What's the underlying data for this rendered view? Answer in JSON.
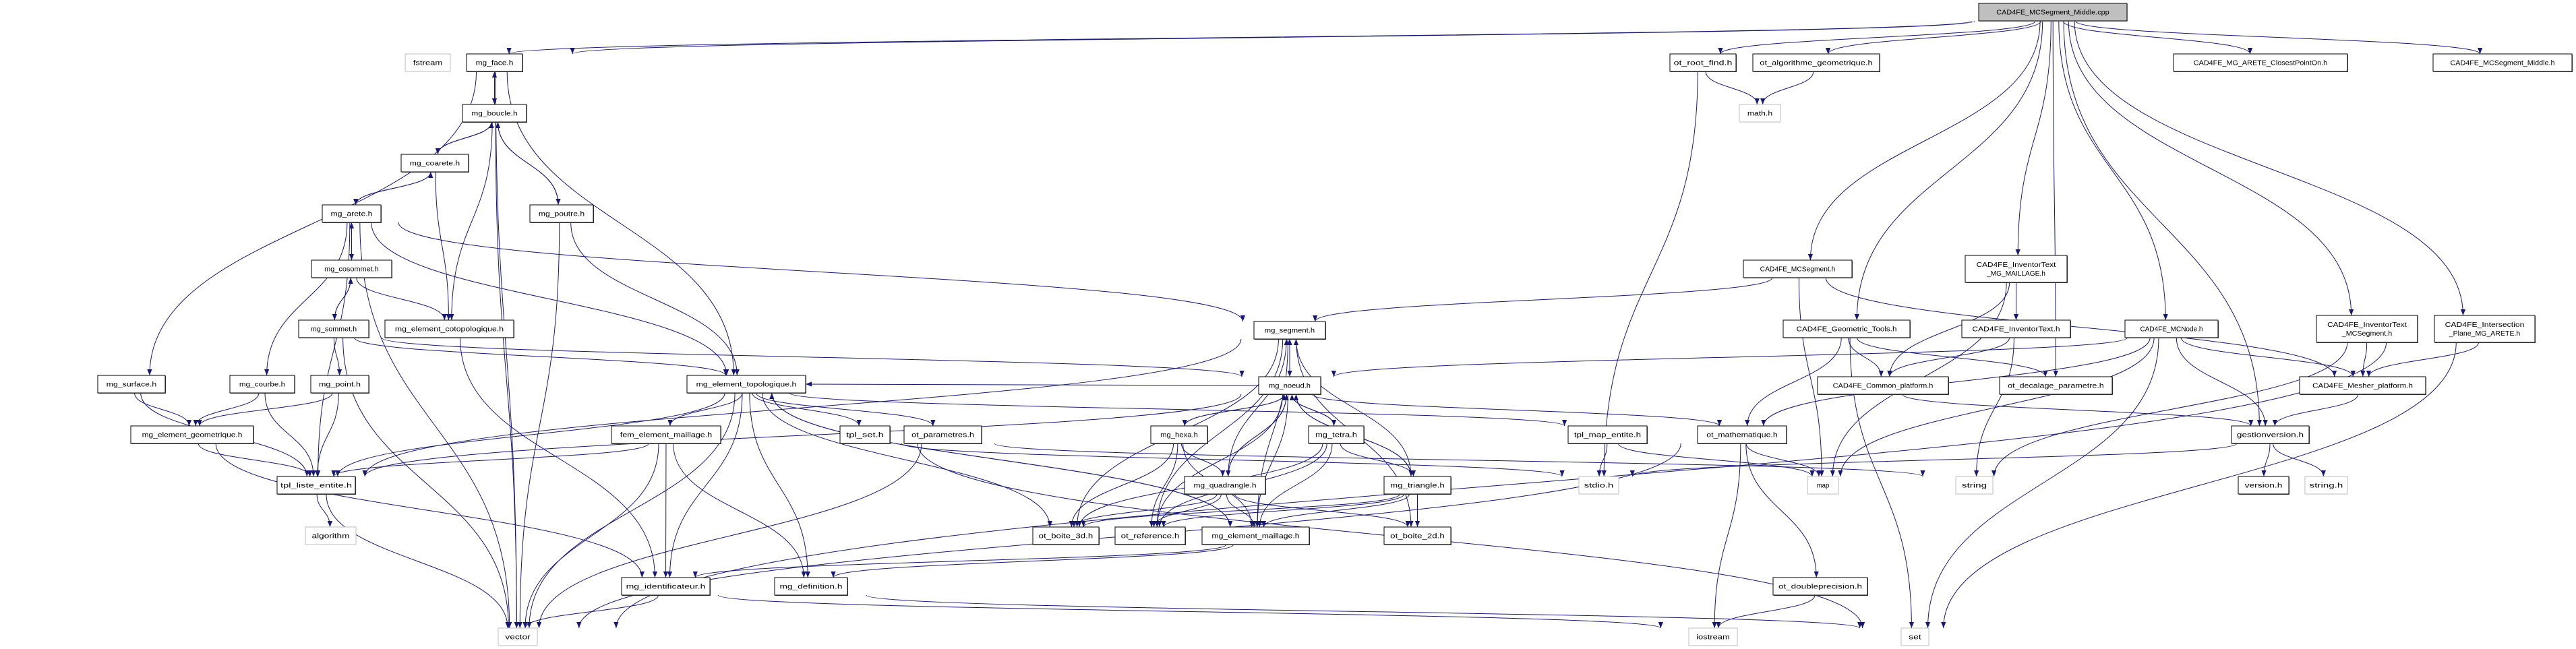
{
  "colors": {
    "edge": "#191970",
    "root_fill": "#bfbfbf",
    "external_border": "#bfbfbf"
  },
  "nodes": [
    {
      "id": "root",
      "lines": [
        "CAD4FE_MCSegment_Middle.cpp"
      ],
      "kind": "root"
    },
    {
      "id": "fstream",
      "lines": [
        "fstream"
      ],
      "kind": "external"
    },
    {
      "id": "mg_face",
      "lines": [
        "mg_face.h"
      ],
      "kind": "internal"
    },
    {
      "id": "mg_boucle",
      "lines": [
        "mg_boucle.h"
      ],
      "kind": "internal"
    },
    {
      "id": "mg_coarete",
      "lines": [
        "mg_coarete.h"
      ],
      "kind": "internal"
    },
    {
      "id": "mg_arete",
      "lines": [
        "mg_arete.h"
      ],
      "kind": "internal"
    },
    {
      "id": "mg_poutre",
      "lines": [
        "mg_poutre.h"
      ],
      "kind": "internal"
    },
    {
      "id": "mg_cosommet",
      "lines": [
        "mg_cosommet.h"
      ],
      "kind": "internal"
    },
    {
      "id": "mg_sommet",
      "lines": [
        "mg_sommet.h"
      ],
      "kind": "internal"
    },
    {
      "id": "mg_element_cotopologique",
      "lines": [
        "mg_element_cotopologique.h"
      ],
      "kind": "internal"
    },
    {
      "id": "mg_surface",
      "lines": [
        "mg_surface.h"
      ],
      "kind": "internal"
    },
    {
      "id": "mg_courbe",
      "lines": [
        "mg_courbe.h"
      ],
      "kind": "internal"
    },
    {
      "id": "mg_point",
      "lines": [
        "mg_point.h"
      ],
      "kind": "internal"
    },
    {
      "id": "mg_element_topologique",
      "lines": [
        "mg_element_topologique.h"
      ],
      "kind": "internal"
    },
    {
      "id": "mg_element_geometrique",
      "lines": [
        "mg_element_geometrique.h"
      ],
      "kind": "internal"
    },
    {
      "id": "fem_element_maillage",
      "lines": [
        "fem_element_maillage.h"
      ],
      "kind": "internal"
    },
    {
      "id": "tpl_set",
      "lines": [
        "tpl_set.h"
      ],
      "kind": "internal"
    },
    {
      "id": "ot_parametres",
      "lines": [
        "ot_parametres.h"
      ],
      "kind": "internal"
    },
    {
      "id": "tpl_liste_entite",
      "lines": [
        "tpl_liste_entite.h"
      ],
      "kind": "internal"
    },
    {
      "id": "algorithm",
      "lines": [
        "algorithm"
      ],
      "kind": "external"
    },
    {
      "id": "mg_identificateur",
      "lines": [
        "mg_identificateur.h"
      ],
      "kind": "internal"
    },
    {
      "id": "mg_definition",
      "lines": [
        "mg_definition.h"
      ],
      "kind": "internal"
    },
    {
      "id": "vector",
      "lines": [
        "vector"
      ],
      "kind": "external"
    },
    {
      "id": "mg_segment",
      "lines": [
        "mg_segment.h"
      ],
      "kind": "internal"
    },
    {
      "id": "mg_noeud",
      "lines": [
        "mg_noeud.h"
      ],
      "kind": "internal"
    },
    {
      "id": "mg_hexa",
      "lines": [
        "mg_hexa.h"
      ],
      "kind": "internal"
    },
    {
      "id": "mg_tetra",
      "lines": [
        "mg_tetra.h"
      ],
      "kind": "internal"
    },
    {
      "id": "mg_quadrangle",
      "lines": [
        "mg_quadrangle.h"
      ],
      "kind": "internal"
    },
    {
      "id": "mg_triangle",
      "lines": [
        "mg_triangle.h"
      ],
      "kind": "internal"
    },
    {
      "id": "ot_boite_3d",
      "lines": [
        "ot_boite_3d.h"
      ],
      "kind": "internal"
    },
    {
      "id": "ot_reference",
      "lines": [
        "ot_reference.h"
      ],
      "kind": "internal"
    },
    {
      "id": "mg_element_maillage",
      "lines": [
        "mg_element_maillage.h"
      ],
      "kind": "internal"
    },
    {
      "id": "ot_boite_2d",
      "lines": [
        "ot_boite_2d.h"
      ],
      "kind": "internal"
    },
    {
      "id": "tpl_map_entite",
      "lines": [
        "tpl_map_entite.h"
      ],
      "kind": "internal"
    },
    {
      "id": "stdio",
      "lines": [
        "stdio.h"
      ],
      "kind": "external"
    },
    {
      "id": "ot_mathematique",
      "lines": [
        "ot_mathematique.h"
      ],
      "kind": "internal"
    },
    {
      "id": "map",
      "lines": [
        "map"
      ],
      "kind": "external"
    },
    {
      "id": "string",
      "lines": [
        "string"
      ],
      "kind": "external"
    },
    {
      "id": "ot_doubleprecision",
      "lines": [
        "ot_doubleprecision.h"
      ],
      "kind": "internal"
    },
    {
      "id": "iostream",
      "lines": [
        "iostream"
      ],
      "kind": "external"
    },
    {
      "id": "set",
      "lines": [
        "set"
      ],
      "kind": "external"
    },
    {
      "id": "ot_root_find",
      "lines": [
        "ot_root_find.h"
      ],
      "kind": "internal"
    },
    {
      "id": "ot_algorithme_geometrique",
      "lines": [
        "ot_algorithme_geometrique.h"
      ],
      "kind": "internal"
    },
    {
      "id": "math",
      "lines": [
        "math.h"
      ],
      "kind": "external"
    },
    {
      "id": "closest_point",
      "lines": [
        "CAD4FE_MG_ARETE_ClosestPointOn.h"
      ],
      "kind": "internal"
    },
    {
      "id": "mcsegment_middle_h",
      "lines": [
        "CAD4FE_MCSegment_Middle.h"
      ],
      "kind": "internal"
    },
    {
      "id": "cad_mcsegment",
      "lines": [
        "CAD4FE_MCSegment.h"
      ],
      "kind": "internal"
    },
    {
      "id": "inv_maillage",
      "lines": [
        "CAD4FE_InventorText",
        "_MG_MAILLAGE.h"
      ],
      "kind": "internal"
    },
    {
      "id": "geometric_tools",
      "lines": [
        "CAD4FE_Geometric_Tools.h"
      ],
      "kind": "internal"
    },
    {
      "id": "inventortext",
      "lines": [
        "CAD4FE_InventorText.h"
      ],
      "kind": "internal"
    },
    {
      "id": "mcnode",
      "lines": [
        "CAD4FE_MCNode.h"
      ],
      "kind": "internal"
    },
    {
      "id": "inv_mcsegment",
      "lines": [
        "CAD4FE_InventorText",
        "_MCSegment.h"
      ],
      "kind": "internal"
    },
    {
      "id": "intersection",
      "lines": [
        "CAD4FE_Intersection",
        "_Plane_MG_ARETE.h"
      ],
      "kind": "internal"
    },
    {
      "id": "common_platform",
      "lines": [
        "CAD4FE_Common_platform.h"
      ],
      "kind": "internal"
    },
    {
      "id": "ot_decalage",
      "lines": [
        "ot_decalage_parametre.h"
      ],
      "kind": "internal"
    },
    {
      "id": "mesher_platform",
      "lines": [
        "CAD4FE_Mesher_platform.h"
      ],
      "kind": "internal"
    },
    {
      "id": "gestionversion",
      "lines": [
        "gestionversion.h"
      ],
      "kind": "internal"
    },
    {
      "id": "version",
      "lines": [
        "version.h"
      ],
      "kind": "internal"
    },
    {
      "id": "string_h",
      "lines": [
        "string.h"
      ],
      "kind": "external"
    }
  ],
  "edges": [
    [
      "root",
      "fstream"
    ],
    [
      "root",
      "mg_face"
    ],
    [
      "root",
      "ot_root_find"
    ],
    [
      "root",
      "ot_algorithme_geometrique"
    ],
    [
      "root",
      "closest_point"
    ],
    [
      "root",
      "mcsegment_middle_h"
    ],
    [
      "root",
      "cad_mcsegment"
    ],
    [
      "root",
      "inv_maillage"
    ],
    [
      "root",
      "geometric_tools"
    ],
    [
      "root",
      "mcnode"
    ],
    [
      "root",
      "inv_mcsegment"
    ],
    [
      "root",
      "intersection"
    ],
    [
      "root",
      "ot_decalage"
    ],
    [
      "root",
      "gestionversion"
    ],
    [
      "mg_face",
      "mg_boucle"
    ],
    [
      "mg_face",
      "vector"
    ],
    [
      "mg_face",
      "mg_surface"
    ],
    [
      "mg_face",
      "mg_element_topologique"
    ],
    [
      "mg_boucle",
      "mg_face"
    ],
    [
      "mg_boucle",
      "mg_coarete"
    ],
    [
      "mg_boucle",
      "mg_poutre"
    ],
    [
      "mg_boucle",
      "mg_element_cotopologique"
    ],
    [
      "mg_boucle",
      "vector"
    ],
    [
      "mg_coarete",
      "mg_boucle"
    ],
    [
      "mg_coarete",
      "mg_arete"
    ],
    [
      "mg_coarete",
      "mg_element_cotopologique"
    ],
    [
      "mg_arete",
      "mg_coarete"
    ],
    [
      "mg_arete",
      "mg_cosommet"
    ],
    [
      "mg_arete",
      "mg_courbe"
    ],
    [
      "mg_arete",
      "tpl_liste_entite"
    ],
    [
      "mg_arete",
      "vector"
    ],
    [
      "mg_arete",
      "mg_element_topologique"
    ],
    [
      "mg_arete",
      "mg_segment"
    ],
    [
      "mg_poutre",
      "mg_boucle"
    ],
    [
      "mg_poutre",
      "vector"
    ],
    [
      "mg_poutre",
      "mg_element_topologique"
    ],
    [
      "mg_cosommet",
      "mg_arete"
    ],
    [
      "mg_cosommet",
      "mg_sommet"
    ],
    [
      "mg_cosommet",
      "mg_element_cotopologique"
    ],
    [
      "mg_sommet",
      "mg_cosommet"
    ],
    [
      "mg_sommet",
      "mg_point"
    ],
    [
      "mg_sommet",
      "vector"
    ],
    [
      "mg_sommet",
      "mg_element_topologique"
    ],
    [
      "mg_sommet",
      "mg_noeud"
    ],
    [
      "mg_element_cotopologique",
      "mg_identificateur"
    ],
    [
      "mg_surface",
      "mg_element_geometrique"
    ],
    [
      "mg_surface",
      "tpl_liste_entite"
    ],
    [
      "mg_courbe",
      "mg_element_geometrique"
    ],
    [
      "mg_courbe",
      "tpl_liste_entite"
    ],
    [
      "mg_point",
      "mg_element_geometrique"
    ],
    [
      "mg_point",
      "tpl_liste_entite"
    ],
    [
      "mg_element_geometrique",
      "tpl_liste_entite"
    ],
    [
      "mg_element_geometrique",
      "mg_identificateur"
    ],
    [
      "tpl_liste_entite",
      "algorithm"
    ],
    [
      "tpl_liste_entite",
      "vector"
    ],
    [
      "mg_element_topologique",
      "tpl_liste_entite"
    ],
    [
      "mg_element_topologique",
      "fem_element_maillage"
    ],
    [
      "mg_element_topologique",
      "tpl_set"
    ],
    [
      "mg_element_topologique",
      "mg_identificateur"
    ],
    [
      "mg_element_topologique",
      "mg_definition"
    ],
    [
      "mg_element_topologique",
      "vector"
    ],
    [
      "mg_element_topologique",
      "ot_boite_3d"
    ],
    [
      "mg_element_topologique",
      "mg_element_maillage"
    ],
    [
      "mg_element_topologique",
      "tpl_map_entite"
    ],
    [
      "mg_element_topologique",
      "ot_parametres"
    ],
    [
      "fem_element_maillage",
      "tpl_liste_entite"
    ],
    [
      "fem_element_maillage",
      "mg_identificateur"
    ],
    [
      "fem_element_maillage",
      "mg_definition"
    ],
    [
      "fem_element_maillage",
      "vector"
    ],
    [
      "tpl_set",
      "set"
    ],
    [
      "tpl_set",
      "stdio"
    ],
    [
      "ot_parametres",
      "vector"
    ],
    [
      "ot_parametres",
      "string"
    ],
    [
      "mg_identificateur",
      "vector"
    ],
    [
      "mg_identificateur",
      "iostream"
    ],
    [
      "mg_definition",
      "set"
    ],
    [
      "mg_segment",
      "mg_noeud"
    ],
    [
      "mg_segment",
      "tpl_liste_entite"
    ],
    [
      "mg_segment",
      "ot_boite_3d"
    ],
    [
      "mg_segment",
      "ot_reference"
    ],
    [
      "mg_segment",
      "mg_element_maillage"
    ],
    [
      "mg_segment",
      "ot_boite_2d"
    ],
    [
      "mg_noeud",
      "mg_segment"
    ],
    [
      "mg_noeud",
      "mg_hexa"
    ],
    [
      "mg_noeud",
      "mg_tetra"
    ],
    [
      "mg_noeud",
      "mg_quadrangle"
    ],
    [
      "mg_noeud",
      "mg_triangle"
    ],
    [
      "mg_noeud",
      "ot_reference"
    ],
    [
      "mg_noeud",
      "mg_element_maillage"
    ],
    [
      "mg_noeud",
      "tpl_liste_entite"
    ],
    [
      "mg_noeud",
      "ot_mathematique"
    ],
    [
      "mg_noeud",
      "mg_element_topologique"
    ],
    [
      "mg_hexa",
      "mg_noeud"
    ],
    [
      "mg_hexa",
      "mg_quadrangle"
    ],
    [
      "mg_hexa",
      "ot_boite_3d"
    ],
    [
      "mg_hexa",
      "ot_reference"
    ],
    [
      "mg_hexa",
      "mg_element_maillage"
    ],
    [
      "mg_tetra",
      "mg_noeud"
    ],
    [
      "mg_tetra",
      "mg_triangle"
    ],
    [
      "mg_tetra",
      "ot_boite_3d"
    ],
    [
      "mg_tetra",
      "ot_reference"
    ],
    [
      "mg_tetra",
      "mg_element_maillage"
    ],
    [
      "mg_quadrangle",
      "mg_noeud"
    ],
    [
      "mg_quadrangle",
      "mg_segment"
    ],
    [
      "mg_quadrangle",
      "ot_boite_3d"
    ],
    [
      "mg_quadrangle",
      "ot_reference"
    ],
    [
      "mg_quadrangle",
      "mg_element_maillage"
    ],
    [
      "mg_quadrangle",
      "ot_boite_2d"
    ],
    [
      "mg_triangle",
      "mg_noeud"
    ],
    [
      "mg_triangle",
      "mg_segment"
    ],
    [
      "mg_triangle",
      "ot_boite_3d"
    ],
    [
      "mg_triangle",
      "ot_reference"
    ],
    [
      "mg_triangle",
      "mg_element_maillage"
    ],
    [
      "mg_triangle",
      "ot_boite_2d"
    ],
    [
      "mg_element_maillage",
      "mg_element_topologique"
    ],
    [
      "mg_element_maillage",
      "mg_identificateur"
    ],
    [
      "mg_element_maillage",
      "mg_definition"
    ],
    [
      "tpl_map_entite",
      "stdio"
    ],
    [
      "tpl_map_entite",
      "map"
    ],
    [
      "ot_mathematique",
      "map"
    ],
    [
      "ot_mathematique",
      "iostream"
    ],
    [
      "ot_mathematique",
      "ot_doubleprecision"
    ],
    [
      "ot_mathematique",
      "vector"
    ],
    [
      "ot_doubleprecision",
      "iostream"
    ],
    [
      "ot_root_find",
      "math"
    ],
    [
      "ot_root_find",
      "stdio"
    ],
    [
      "ot_algorithme_geometrique",
      "math"
    ],
    [
      "cad_mcsegment",
      "mg_segment"
    ],
    [
      "cad_mcsegment",
      "map"
    ],
    [
      "cad_mcsegment",
      "mesher_platform"
    ],
    [
      "inv_maillage",
      "inventortext"
    ],
    [
      "inv_maillage",
      "common_platform"
    ],
    [
      "inv_maillage",
      "map"
    ],
    [
      "geometric_tools",
      "common_platform"
    ],
    [
      "geometric_tools",
      "ot_decalage"
    ],
    [
      "geometric_tools",
      "ot_mathematique"
    ],
    [
      "geometric_tools",
      "set"
    ],
    [
      "inventortext",
      "common_platform"
    ],
    [
      "inventortext",
      "string"
    ],
    [
      "mcnode",
      "mg_noeud"
    ],
    [
      "mcnode",
      "mesher_platform"
    ],
    [
      "mcnode",
      "gestionversion"
    ],
    [
      "mcnode",
      "ot_mathematique"
    ],
    [
      "mcnode",
      "map"
    ],
    [
      "mcnode",
      "set"
    ],
    [
      "inv_mcsegment",
      "mesher_platform"
    ],
    [
      "inv_mcsegment",
      "string"
    ],
    [
      "intersection",
      "mesher_platform"
    ],
    [
      "intersection",
      "vector"
    ],
    [
      "intersection",
      "set"
    ],
    [
      "common_platform",
      "gestionversion"
    ],
    [
      "mesher_platform",
      "gestionversion"
    ],
    [
      "gestionversion",
      "version"
    ],
    [
      "gestionversion",
      "string_h"
    ],
    [
      "gestionversion",
      "stdio"
    ]
  ]
}
